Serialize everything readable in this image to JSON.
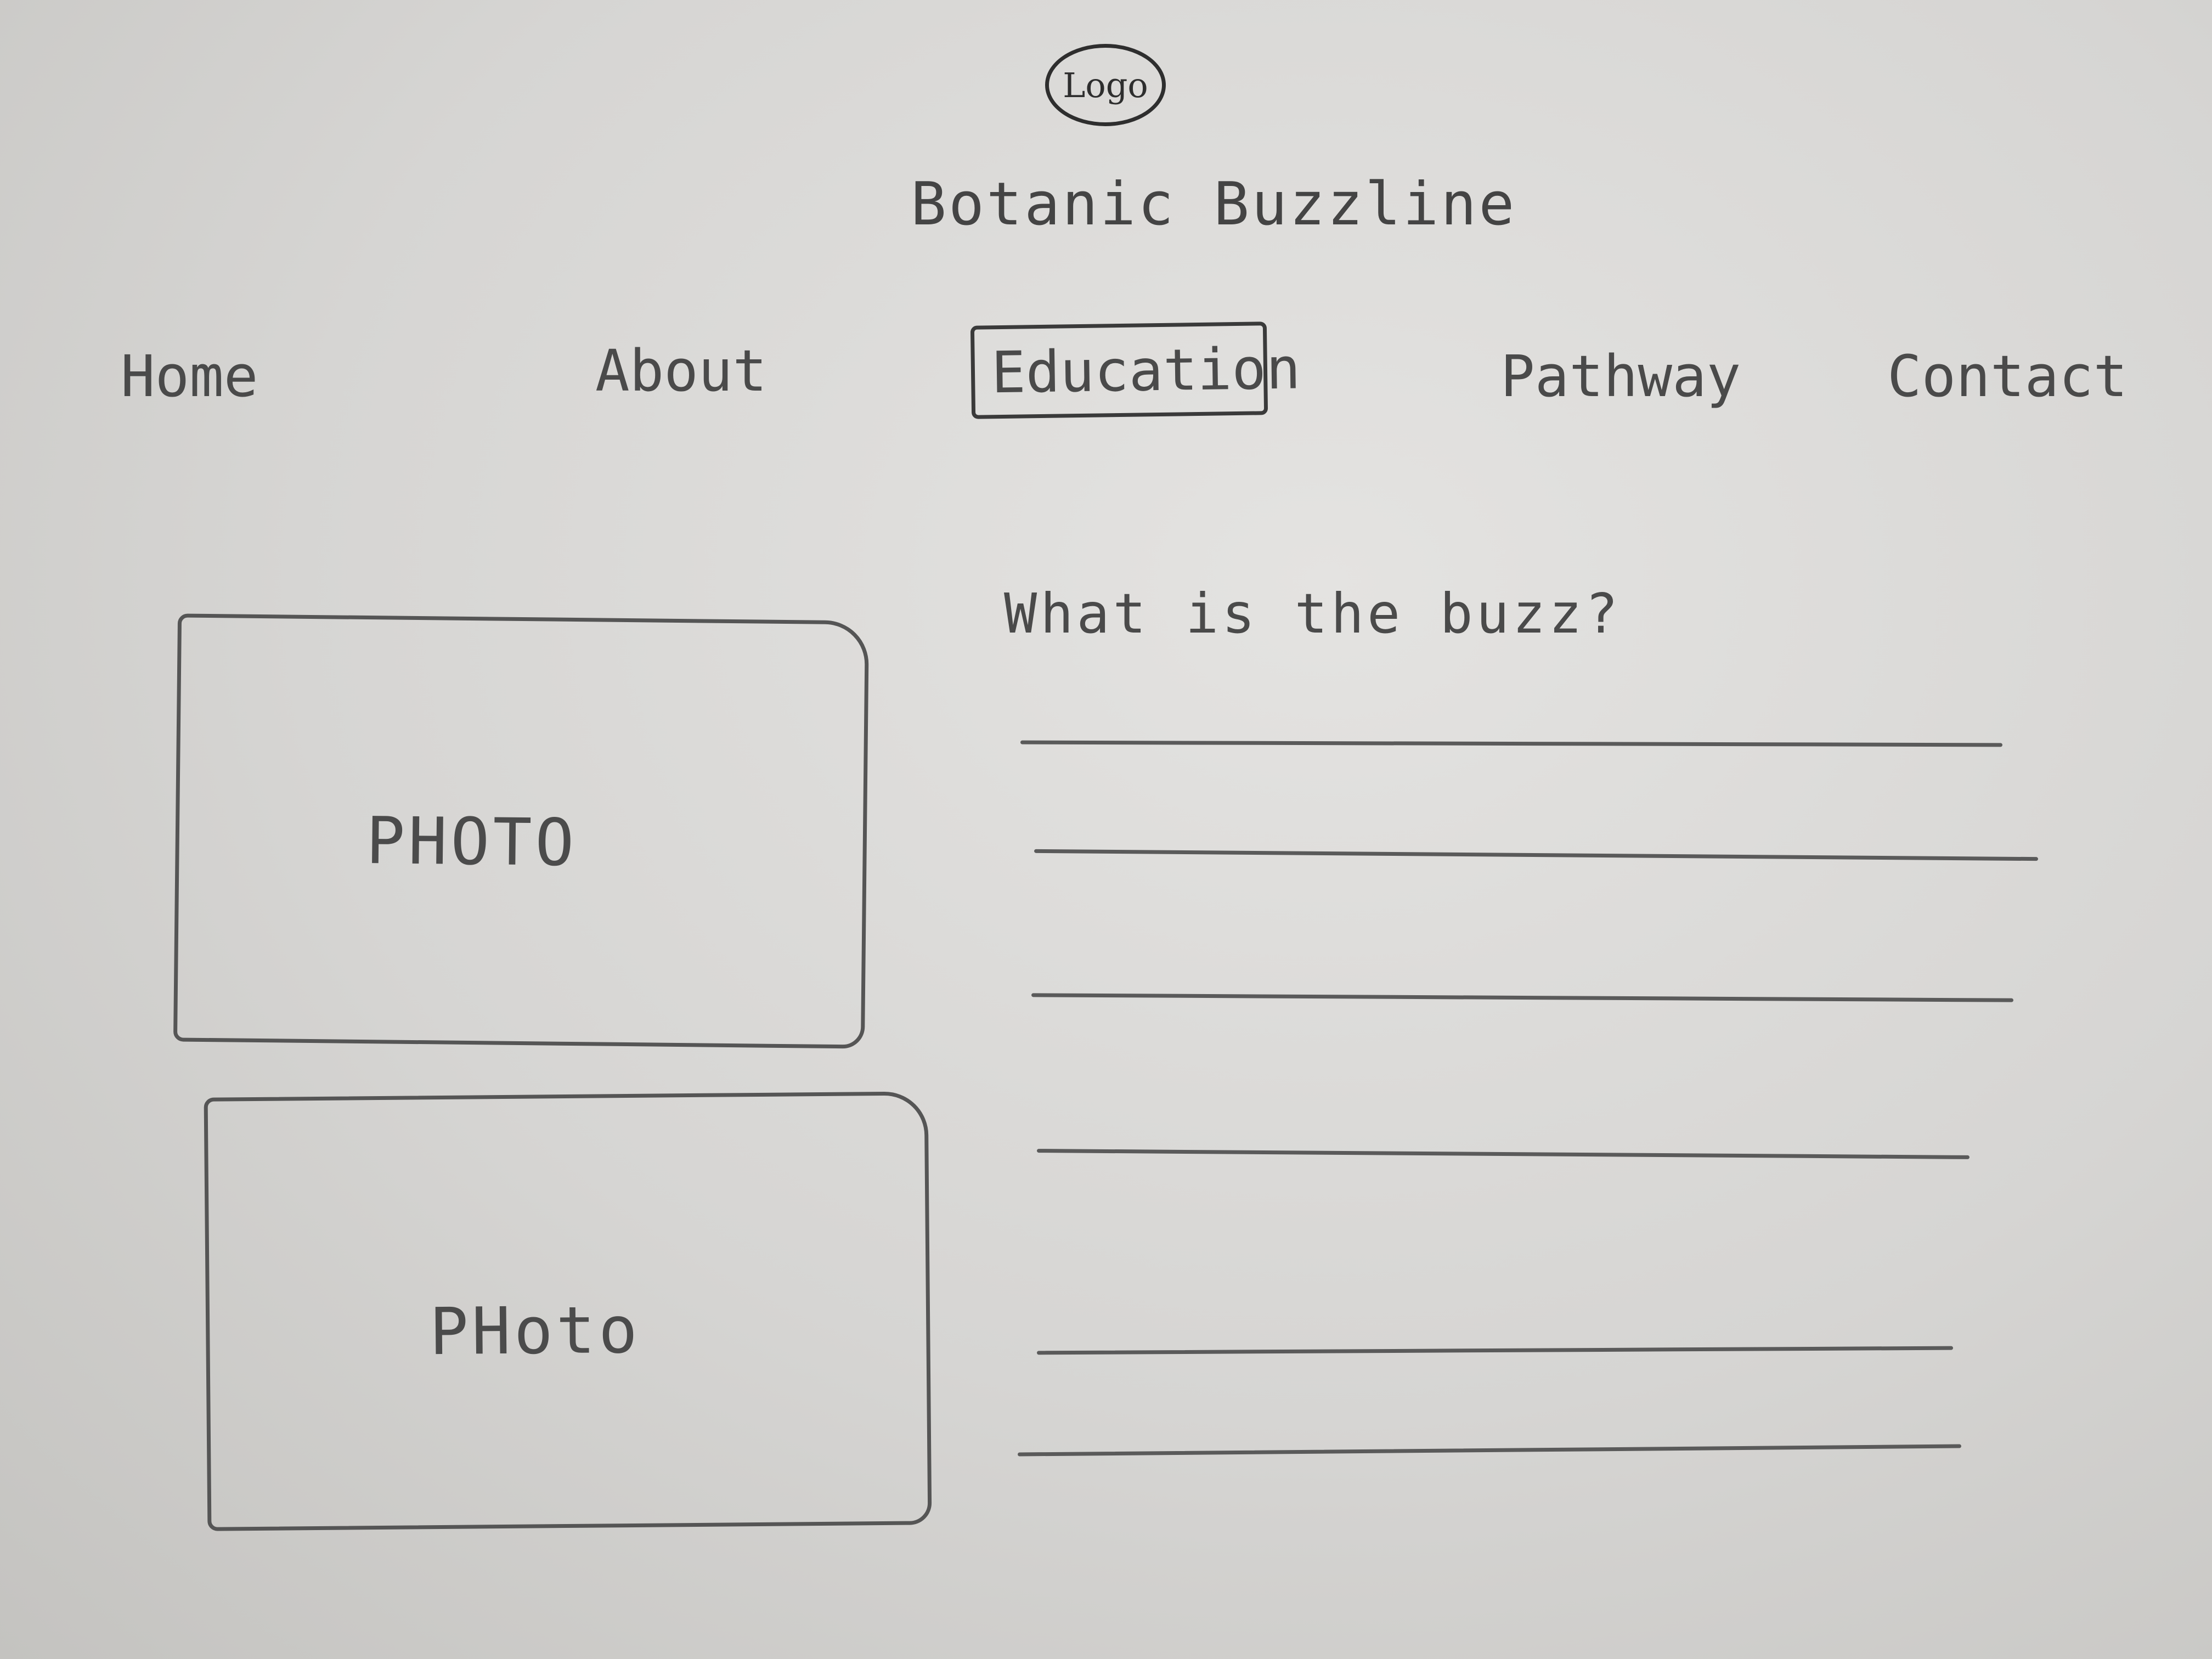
{
  "header": {
    "logo_text": "Logo",
    "site_title": "Botanic Buzzline"
  },
  "nav": {
    "items": [
      {
        "label": "Home"
      },
      {
        "label": "About"
      },
      {
        "label": "Education",
        "active": true
      },
      {
        "label": "Pathway"
      },
      {
        "label": "Contact"
      }
    ]
  },
  "main": {
    "photos": [
      {
        "label": "PHOTO"
      },
      {
        "label": "PHoto"
      }
    ],
    "buzz": {
      "heading": "What is the buzz?",
      "placeholder_line_count": 6
    }
  }
}
